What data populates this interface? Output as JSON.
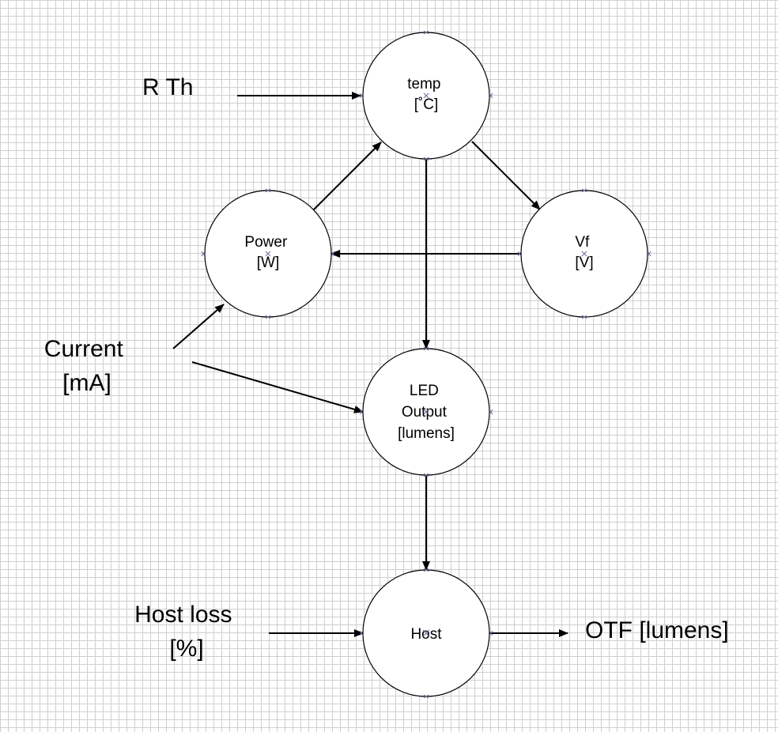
{
  "nodes": {
    "temp": {
      "lines": [
        "temp",
        "[˚C]"
      ]
    },
    "power": {
      "lines": [
        "Power",
        "[W]"
      ]
    },
    "vf": {
      "lines": [
        "Vf",
        "[V]"
      ]
    },
    "led": {
      "lines": [
        "LED",
        "Output",
        "[lumens]"
      ]
    },
    "host": {
      "lines": [
        "Host"
      ]
    }
  },
  "inputs": {
    "rth": {
      "lines": [
        "R Th"
      ]
    },
    "current": {
      "lines": [
        "Current",
        "[mA]"
      ]
    },
    "host_loss": {
      "lines": [
        "Host loss",
        "[%]"
      ]
    }
  },
  "outputs": {
    "otf": {
      "lines": [
        "OTF [lumens]"
      ]
    }
  },
  "colors": {
    "grid": "#cfcfcf",
    "stroke": "#000000",
    "node_fill": "#ffffff",
    "port": "#6b6b9e"
  }
}
